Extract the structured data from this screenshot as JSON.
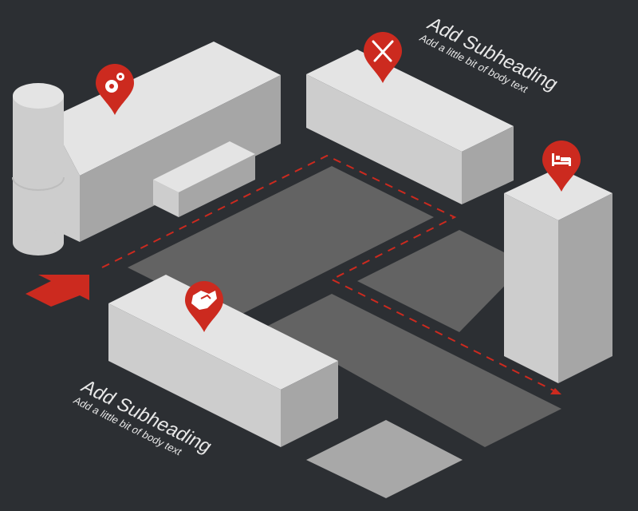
{
  "colors": {
    "background": "#2c2f33",
    "top": "#e4e4e4",
    "left_face": "#cdcdcd",
    "right_face": "#a6a6a6",
    "ground": "#636363",
    "accent": "#cc2a1f"
  },
  "labels": [
    {
      "heading": "Add Subheading",
      "body": "Add a little bit of body text"
    },
    {
      "heading": "Add Subheading",
      "body": "Add a little bit of body text"
    }
  ],
  "pins": [
    {
      "icon": "gears-icon"
    },
    {
      "icon": "fork-knife-icon"
    },
    {
      "icon": "bed-icon"
    },
    {
      "icon": "handshake-icon"
    }
  ]
}
